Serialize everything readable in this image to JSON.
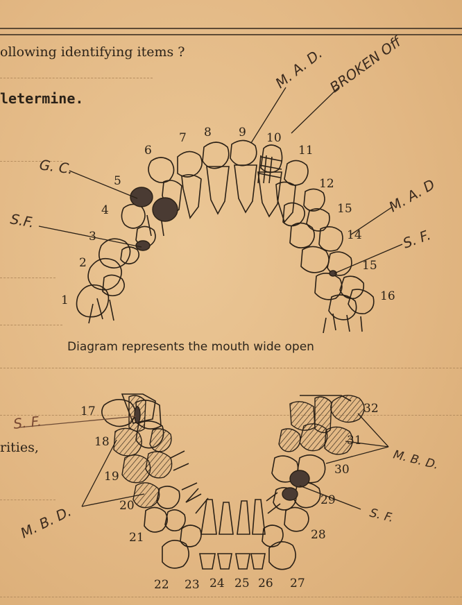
{
  "document": {
    "question_items": "ollowing identifying items ?",
    "question_determine": "letermine.",
    "question_rities": "rities,",
    "caption": "Diagram represents the mouth wide open"
  },
  "tooth_numbers": {
    "upper": [
      "1",
      "2",
      "3",
      "4",
      "5",
      "6",
      "7",
      "8",
      "9",
      "10",
      "11",
      "12",
      "15",
      "14",
      "15",
      "16"
    ],
    "lower": [
      "17",
      "18",
      "19",
      "20",
      "21",
      "22",
      "23",
      "24",
      "25",
      "26",
      "27",
      "28",
      "29",
      "30",
      "31",
      "32"
    ]
  },
  "annotations": {
    "mad_top": "M. A. D.",
    "broken": "BROKEN Off",
    "gc": "G. C.",
    "sf_left_upper": "S.F.",
    "mad_right": "M. A. D",
    "sf_right_upper": "S. F.",
    "sf_left_lower": "S. F.",
    "mbd_left": "M. B. D.",
    "mbd_right": "M. B. D.",
    "sf_right_lower": "S. F."
  }
}
